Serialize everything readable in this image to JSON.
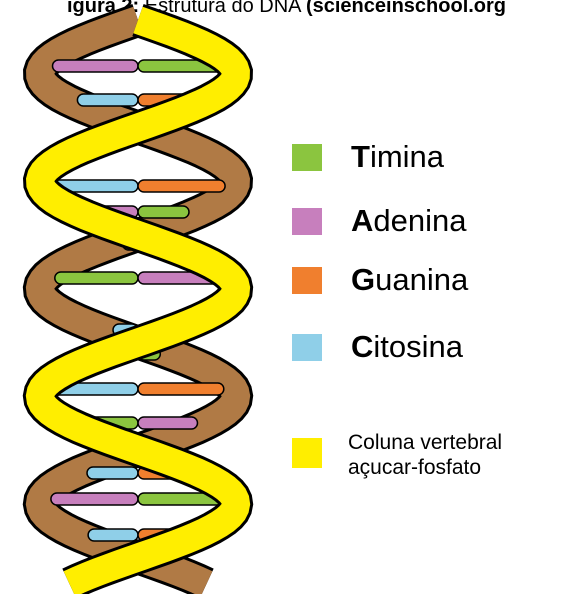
{
  "figure": {
    "caption_prefix": "igura 2:",
    "caption_middle": " Estrutura do DNA ",
    "caption_source": "(scienceinschool.org"
  },
  "colors": {
    "timina": "#8bc53f",
    "adenina": "#c77fbd",
    "guanina": "#f07f2e",
    "citosina": "#8fcfe8",
    "backbone": "#ffee00",
    "strand_brown": "#b07a45",
    "outline": "#000000"
  },
  "legend": {
    "bases": [
      {
        "initial": "T",
        "rest": "imina",
        "color": "#8bc53f"
      },
      {
        "initial": "A",
        "rest": "denina",
        "color": "#c77fbd"
      },
      {
        "initial": "G",
        "rest": "uanina",
        "color": "#f07f2e"
      },
      {
        "initial": "C",
        "rest": "itosina",
        "color": "#8fcfe8"
      }
    ],
    "backbone": {
      "line1": "Coluna vertebral",
      "line2": "açucar-fosfato",
      "color": "#ffee00"
    }
  }
}
